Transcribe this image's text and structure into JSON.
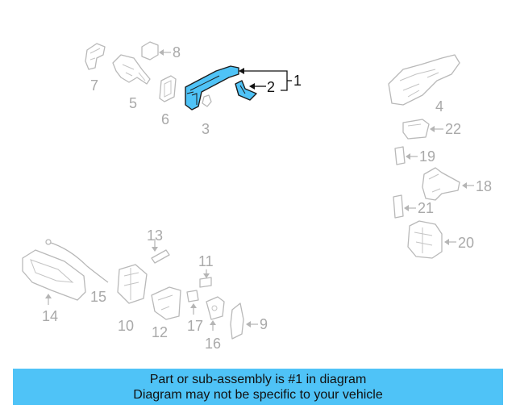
{
  "colors": {
    "highlight": "#4fc3f7",
    "part_stroke": "#b9b9b9",
    "label_gray": "#a9a9a9"
  },
  "callouts": {
    "c1": "1",
    "c2": "2",
    "c3": "3",
    "c4": "4",
    "c5": "5",
    "c6": "6",
    "c7": "7",
    "c8": "8",
    "c9": "9",
    "c10": "10",
    "c11": "11",
    "c12": "12",
    "c13": "13",
    "c14": "14",
    "c15": "15",
    "c16": "16",
    "c17": "17",
    "c18": "18",
    "c19": "19",
    "c20": "20",
    "c21": "21",
    "c22": "22"
  },
  "footer": {
    "line1": "Part or sub-assembly is #1 in diagram",
    "line2": "Diagram may not be specific to your vehicle"
  }
}
